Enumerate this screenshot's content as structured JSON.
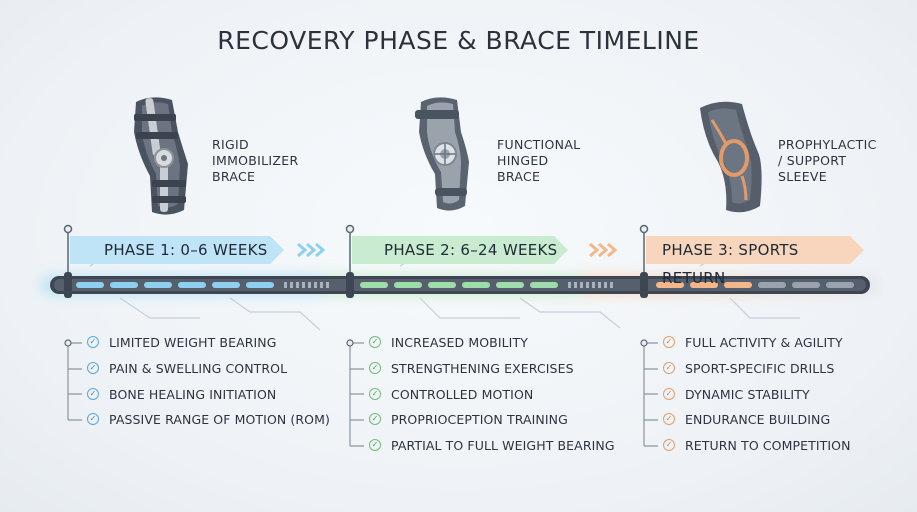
{
  "title": "RECOVERY PHASE & BRACE TIMELINE",
  "braces": [
    {
      "label": "RIGID\nIMMOBILIZER\nBRACE",
      "icon": "rigid-immobilizer-brace-icon"
    },
    {
      "label": "FUNCTIONAL\nHINGED\nBRACE",
      "icon": "functional-hinged-brace-icon"
    },
    {
      "label": "PROPHYLACTIC\n/ SUPPORT\nSLEEVE",
      "icon": "support-sleeve-icon"
    }
  ],
  "phases": [
    {
      "label": "PHASE 1: 0–6 WEEKS",
      "color": "#bfe3f7",
      "accent": "#5aa9d6",
      "items": [
        "LIMITED WEIGHT BEARING",
        "PAIN & SWELLING CONTROL",
        "BONE HEALING INITIATION",
        "PASSIVE RANGE OF MOTION (ROM)"
      ]
    },
    {
      "label": "PHASE 2: 6–24 WEEKS",
      "color": "#c9ecd0",
      "accent": "#6cbf7a",
      "items": [
        "INCREASED MOBILITY",
        "STRENGTHENING EXERCISES",
        "CONTROLLED MOTION",
        "PROPRIOCEPTION TRAINING",
        "PARTIAL TO FULL WEIGHT BEARING"
      ]
    },
    {
      "label": "PHASE 3: SPORTS RETURN",
      "color": "#f8d6bd",
      "accent": "#e0a070",
      "items": [
        "FULL ACTIVITY & AGILITY",
        "SPORT-SPECIFIC DRILLS",
        "DYNAMIC STABILITY",
        "ENDURANCE BUILDING",
        "RETURN TO COMPETITION"
      ]
    }
  ]
}
